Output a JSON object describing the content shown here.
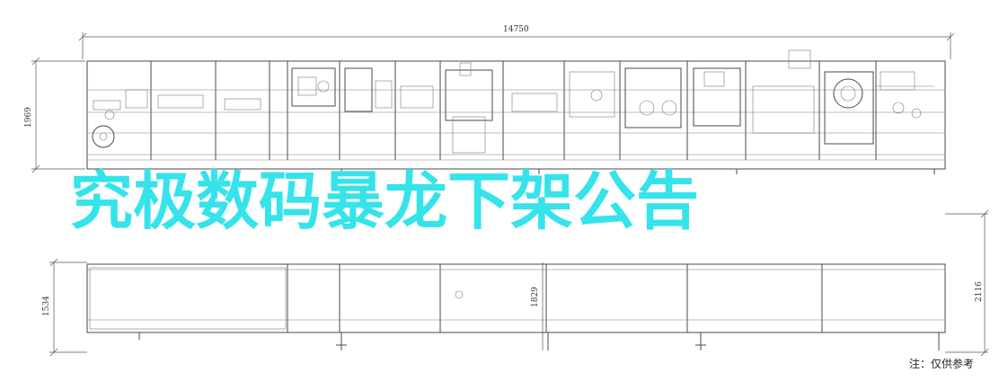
{
  "dimensions": {
    "total_length": "14750",
    "top_height": "1969",
    "bottom_left_height": "1534",
    "bottom_mid_height": "1829",
    "bottom_right_height": "2116"
  },
  "overlay_title": "究极数码暴龙下架公告",
  "note": "注：仅供参考",
  "colors": {
    "overlay": "#35e3ea",
    "line": "#4a4a4a"
  }
}
